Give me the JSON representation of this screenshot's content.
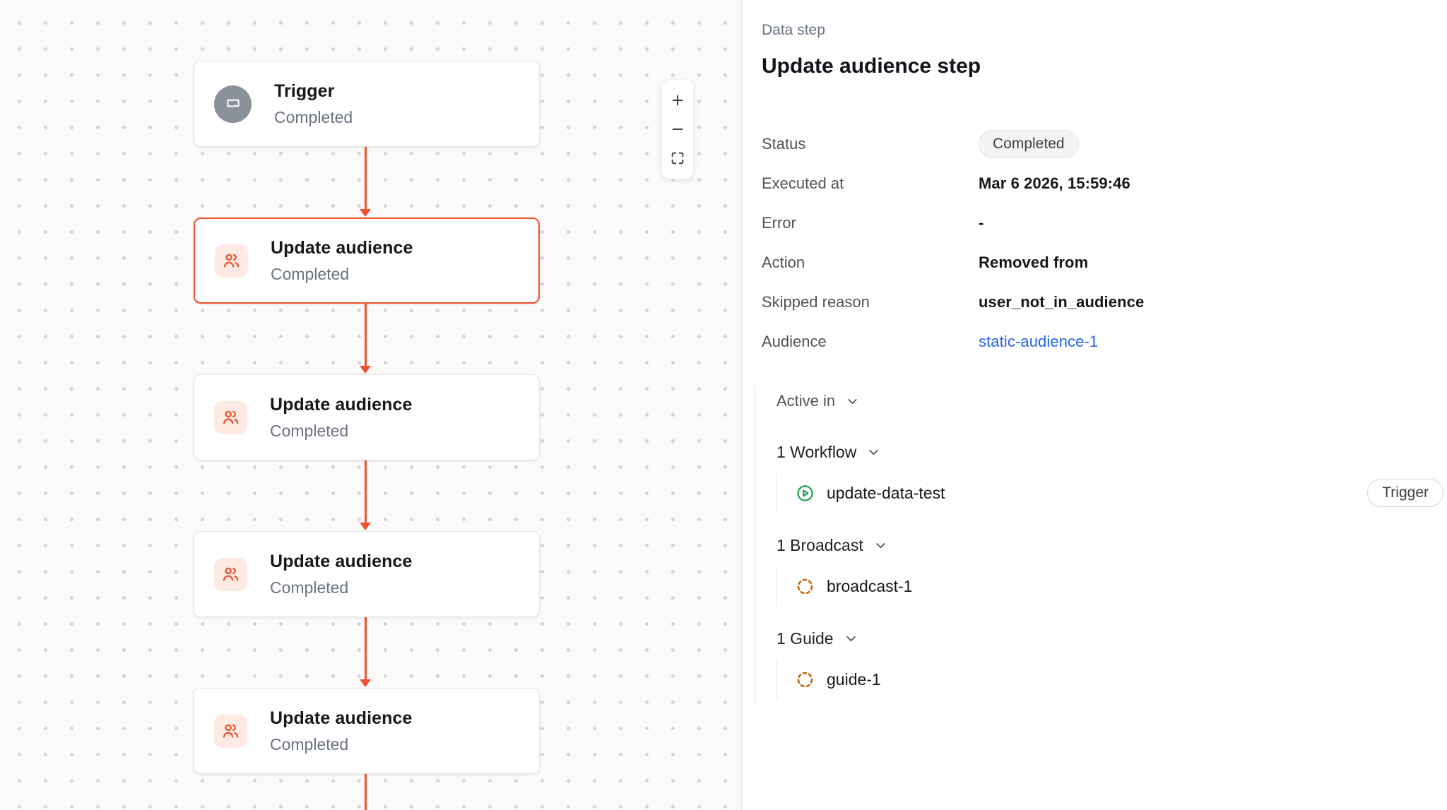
{
  "colors": {
    "accent": "#f2512d",
    "node_icon_bg": "#fdeae3",
    "node_icon_stroke": "#e8512e",
    "trigger_icon_bg": "#8a9199",
    "link": "#2563eb",
    "workflow_green": "#16a34a",
    "dashed_amber": "#c2690f",
    "badge_bg": "#f4f4f5",
    "canvas_bg": "#fbfaf9"
  },
  "canvas": {
    "nodes": [
      {
        "title": "Trigger",
        "status": "Completed",
        "icon": "flag-icon",
        "selected": false
      },
      {
        "title": "Update audience",
        "status": "Completed",
        "icon": "users-icon",
        "selected": true
      },
      {
        "title": "Update audience",
        "status": "Completed",
        "icon": "users-icon",
        "selected": false
      },
      {
        "title": "Update audience",
        "status": "Completed",
        "icon": "users-icon",
        "selected": false
      },
      {
        "title": "Update audience",
        "status": "Completed",
        "icon": "users-icon",
        "selected": false
      }
    ],
    "controls": [
      {
        "name": "zoom-in",
        "glyph": "plus"
      },
      {
        "name": "zoom-out",
        "glyph": "minus"
      },
      {
        "name": "fit-view",
        "glyph": "frame-corners"
      }
    ]
  },
  "panel": {
    "eyebrow": "Data step",
    "title": "Update audience step",
    "details": [
      {
        "label": "Status",
        "value": "Completed"
      },
      {
        "label": "Executed at",
        "value": "Mar 6 2026, 15:59:46"
      },
      {
        "label": "Error",
        "value": "-"
      },
      {
        "label": "Action",
        "value": "Removed from"
      },
      {
        "label": "Skipped reason",
        "value": "user_not_in_audience"
      },
      {
        "label": "Audience",
        "value": "static-audience-1"
      }
    ],
    "active_in": {
      "label": "Active in",
      "groups": [
        {
          "label": "1 Workflow",
          "items": [
            {
              "name": "update-data-test",
              "icon": "play-circle-icon",
              "badge": "Trigger"
            }
          ]
        },
        {
          "label": "1 Broadcast",
          "items": [
            {
              "name": "broadcast-1",
              "icon": "dashed-circle-icon"
            }
          ]
        },
        {
          "label": "1 Guide",
          "items": [
            {
              "name": "guide-1",
              "icon": "dashed-circle-icon"
            }
          ]
        }
      ]
    }
  }
}
